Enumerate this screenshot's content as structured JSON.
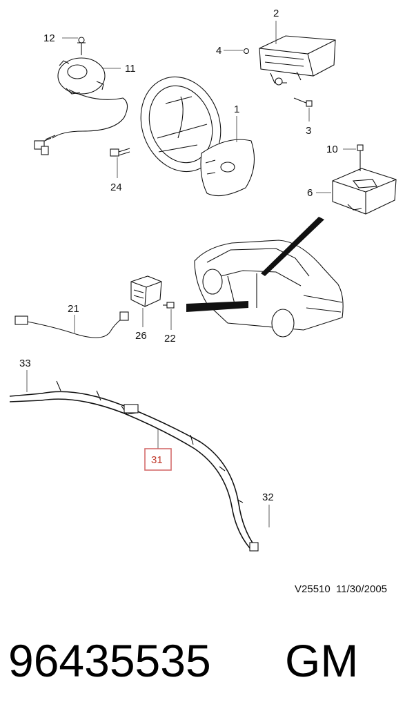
{
  "callouts": [
    "12",
    "11",
    "2",
    "4",
    "1",
    "3",
    "10",
    "6",
    "24",
    "21",
    "26",
    "22",
    "33",
    "31",
    "32"
  ],
  "highlighted_callout": "31",
  "highlight_color": "#c0392b",
  "drawing_reference": "V25510  11/30/2005",
  "part_number": "96435535",
  "brand": "GM"
}
